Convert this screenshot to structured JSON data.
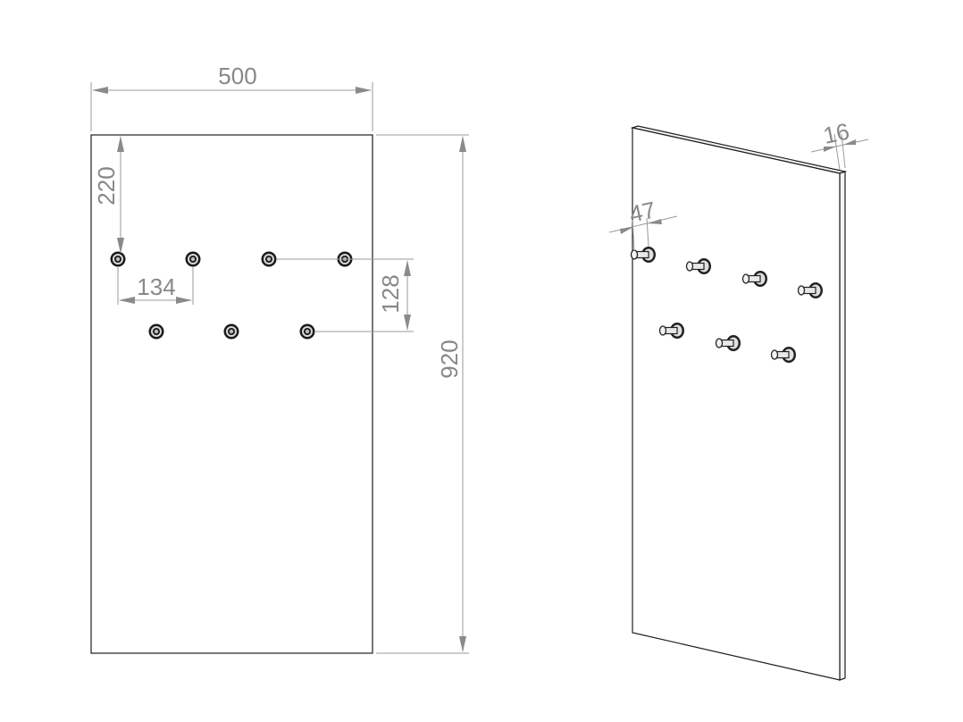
{
  "dimensions": {
    "width": "500",
    "height": "920",
    "hook_top_offset": "220",
    "hook_spacing_horizontal": "134",
    "hook_row_spacing": "128",
    "thickness": "16",
    "hook_projection": "47"
  },
  "hooks": {
    "top_row_count": 4,
    "bottom_row_count": 3
  },
  "colors": {
    "dimension": "#888888",
    "outline": "#1e1e1e",
    "background": "#ffffff"
  }
}
